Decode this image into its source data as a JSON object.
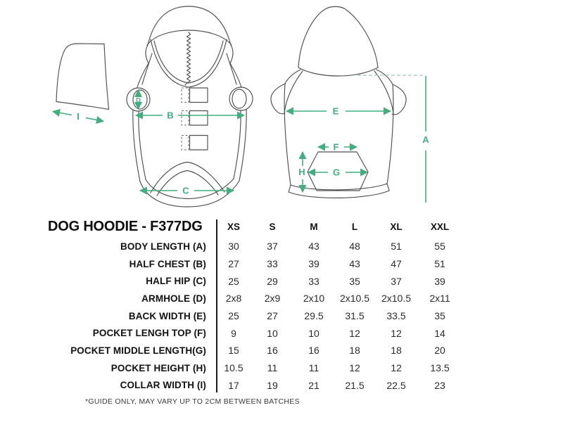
{
  "diagram": {
    "accent_color": "#43ad80",
    "labels": {
      "a": "A",
      "b": "B",
      "c": "C",
      "d": "D",
      "e": "E",
      "f": "F",
      "g": "G",
      "h": "H",
      "i": "I"
    }
  },
  "table": {
    "title": "DOG HOODIE - F377DG",
    "size_headers": [
      "XS",
      "S",
      "M",
      "L",
      "XL",
      "XXL"
    ],
    "rows": [
      {
        "label": "BODY LENGTH (A)",
        "values": [
          "30",
          "37",
          "43",
          "48",
          "51",
          "55"
        ]
      },
      {
        "label": "HALF CHEST (B)",
        "values": [
          "27",
          "33",
          "39",
          "43",
          "47",
          "51"
        ]
      },
      {
        "label": "HALF HIP (C)",
        "values": [
          "25",
          "29",
          "33",
          "35",
          "37",
          "39"
        ]
      },
      {
        "label": "ARMHOLE (D)",
        "values": [
          "2x8",
          "2x9",
          "2x10",
          "2x10.5",
          "2x10.5",
          "2x11"
        ]
      },
      {
        "label": "BACK WIDTH (E)",
        "values": [
          "25",
          "27",
          "29.5",
          "31.5",
          "33.5",
          "35"
        ]
      },
      {
        "label": "POCKET LENGH TOP (F)",
        "values": [
          "9",
          "10",
          "10",
          "12",
          "12",
          "14"
        ]
      },
      {
        "label": "POCKET MIDDLE LENGTH(G)",
        "values": [
          "15",
          "16",
          "16",
          "18",
          "18",
          "20"
        ]
      },
      {
        "label": "POCKET HEIGHT (H)",
        "values": [
          "10.5",
          "11",
          "11",
          "12",
          "12",
          "13.5"
        ]
      },
      {
        "label": "COLLAR WIDTH (I)",
        "values": [
          "17",
          "19",
          "21",
          "21.5",
          "22.5",
          "23"
        ]
      }
    ],
    "footnote": "*GUIDE ONLY, MAY VARY UP TO 2CM BETWEEN BATCHES"
  }
}
